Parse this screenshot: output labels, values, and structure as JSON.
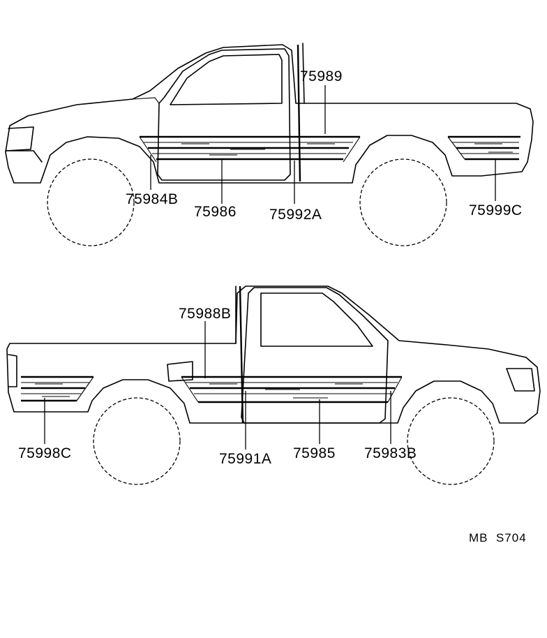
{
  "upper_view": {
    "labels": {
      "part_75989": "75989",
      "part_75984B": "75984B",
      "part_75986": "75986",
      "part_75992A": "75992A",
      "part_75999C": "75999C"
    }
  },
  "lower_view": {
    "labels": {
      "part_75988B": "75988B",
      "part_75998C": "75998C",
      "part_75991A": "75991A",
      "part_75985": "75985",
      "part_75983B": "75983B"
    }
  },
  "diagram_code": "MB  S704"
}
